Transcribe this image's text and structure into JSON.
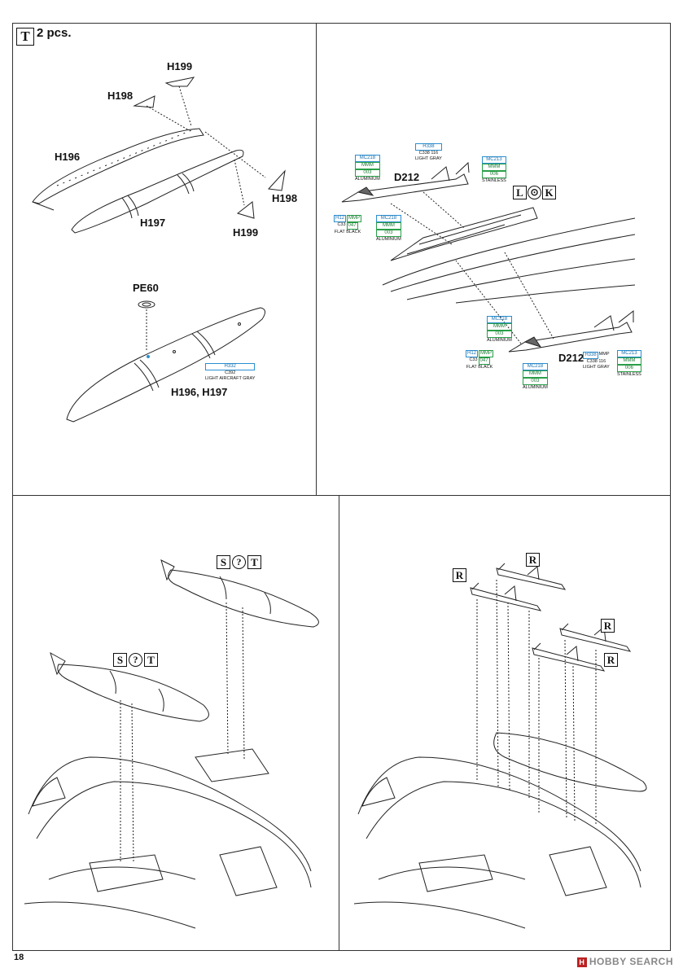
{
  "panel_top_left": {
    "step_letter": "T",
    "qty": "2 pcs.",
    "parts": [
      "H199",
      "H198",
      "H196",
      "H197",
      "H198",
      "H199"
    ],
    "pe_part": "PE60",
    "assembled_label": "H196, H197",
    "paint": {
      "code": "H332",
      "code2": "C392",
      "name": "LIGHT AIRCRAFT GRAY"
    }
  },
  "panel_top_right": {
    "part": "D212",
    "option_a": "L",
    "option_b": "K",
    "paints": [
      {
        "top": "H338",
        "mid": "MMP",
        "mid2": "116",
        "bottom": "C338",
        "name": "LIGHT GRAY"
      },
      {
        "top": "MC218",
        "mid": "MMM",
        "mid2": "003",
        "name": "ALUMINIUM"
      },
      {
        "top": "MC213",
        "mid": "MMM",
        "mid2": "006",
        "name": "STAINLESS"
      },
      {
        "top": "H12",
        "mid": "MMP",
        "mid2": "047",
        "bottom": "C33",
        "name": "FLAT BLACK"
      }
    ]
  },
  "panel_bottom_left": {
    "opt1": "S",
    "opt2": "T"
  },
  "panel_bottom_right": {
    "opt": "R"
  },
  "page_number": "18",
  "watermark": "HOBBY SEARCH"
}
